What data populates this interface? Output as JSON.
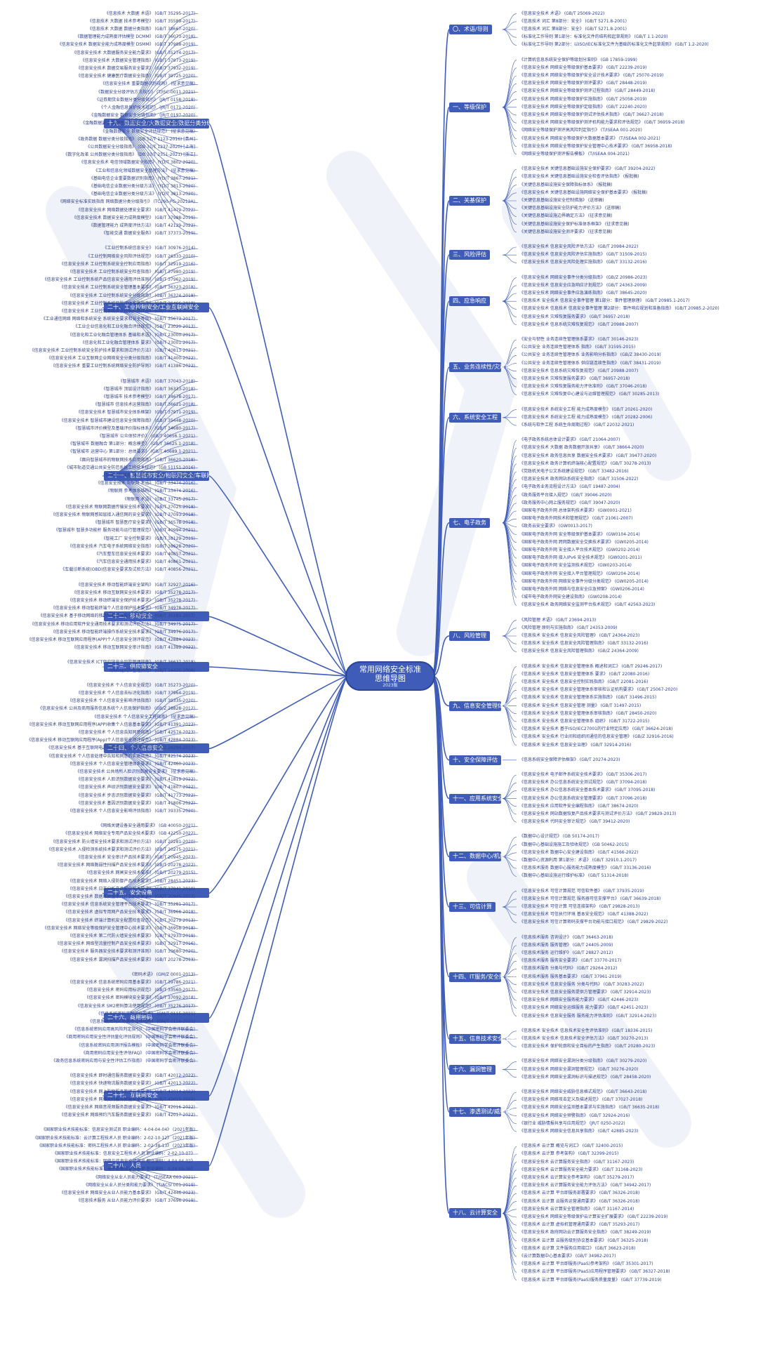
{
  "center": {
    "title": "常用网络安全标准\n思维导图",
    "subtitle": "2023版"
  },
  "colors": {
    "branch_bg": "#3f5db8",
    "line": "#3f5db8",
    "leaf_text": "#2d3f8c"
  },
  "right_branches": [
    {
      "label": "〇、术语/导则",
      "leaves": [
        "《信息安全技术 术语》 (GB/T 25069-2022)",
        "《信息技术 词汇 第8部分：安全》 (GB/T 5271.8-2001)",
        "《信息技术 词汇 第8部分：安全》 (GB/T 5271.8-2001)",
        "《标准化工作导则 第1部分：标准化文件的结构和起草规则》 (GB/T 1.1-2020)",
        "《标准化工作导则 第2部分：以ISO/IEC标准化文件为基础的标准化文件起草规则》 (GB/T 1.2-2020)"
      ]
    },
    {
      "label": "一、等级保护",
      "leaves": [
        "《计算机信息系统安全保护等级划分准则》 (GB 17859-1999)",
        "《信息安全技术 网络安全等级保护基本要求》 (GB/T 22239-2019)",
        "《信息安全技术 网络安全等级保护安全设计技术要求》 (GB/T 25070-2019)",
        "《信息安全技术 网络安全等级保护测评要求》 (GB/T 28448-2019)",
        "《信息安全技术 网络安全等级保护测评过程指南》 (GB/T 28449-2018)",
        "《信息安全技术 网络安全等级保护实施指南》 (GB/T 25058-2019)",
        "《信息安全技术 网络安全等级保护定级指南》 (GB/T 22240-2020)",
        "《信息安全技术 网络安全等级保护测试评估技术指南》 (GB/T 36627-2018)",
        "《信息安全技术 网络安全等级保护测评机构能力要求和评估规范》 (GB/T 36959-2018)",
        "《网络安全等级保护测评高风险判定指引》 (T/ISEAA 001-2020)",
        "《信息安全技术 网络安全等级保护大数据基本要求》 (T/ISEAA 002-2021)",
        "《信息安全技术 网络安全等级保护安全管理中心技术要求》 (GB/T 36958-2018)",
        "《网络安全等级保护测评报告模板》 (T/ISEAA 004-2021)"
      ]
    },
    {
      "label": "二、关基保护",
      "leaves": [
        "《信息安全技术 关键信息基础设施安全保护要求》 (GB/T 39204-2022)",
        "《信息安全技术 关键信息基础设施安全检查评估指南》 (报批稿)",
        "《关键信息基础设施安全保障指标体系》 (报批稿)",
        "《信息安全技术 关键信息基础设施网络安全保护基本要求》 (报批稿)",
        "《关键信息基础设施安全控制措施》 (送审稿)",
        "《关键信息基础设施安全防护能力评价方法》 (送审稿)",
        "《关键信息基础设施边界确定方法》 (征求意见稿)",
        "《关键信息基础设施安全保护标准体系框架》 (征求意见稿)",
        "《关键信息基础设施安全测评要求》 (征求意见稿)"
      ]
    },
    {
      "label": "三、风险评估",
      "leaves": [
        "《信息安全技术 信息安全风险评估方法》 (GB/T 20984-2022)",
        "《信息安全技术 信息安全风险评估实施指南》 (GB/T 31509-2015)",
        "《信息安全技术 信息安全风险处理实施指南》 (GB/T 33132-2016)"
      ]
    },
    {
      "label": "四、应急响应",
      "leaves": [
        "《信息安全技术 网络安全事件分类分级指南》 (GB/Z 20986-2023)",
        "《信息安全技术 信息安全应急响应计划规范》 (GB/T 24363-2009)",
        "《信息安全技术 网络安全事件应急演练指南》 (GB/T 38645-2020)",
        "《信息技术 安全技术 信息安全事件管理 第1部分：事件管理原理》 (GB/T 20985.1-2017)",
        "《信息安全技术 信息技术 信息安全事件管理 第2部分：事件响应规划和准备指南》 (GB/T 20985.2-2020)",
        "《信息安全技术 灾难恢复服务要求》 (GB/T 36957-2018)",
        "《信息安全技术 信息系统灾难恢复规范》 (GB/T 20988-2007)"
      ]
    },
    {
      "label": "五、业务连续性/灾难恢复",
      "leaves": [
        "《安全与韧性 业务连续性管理体系要求》 (GB/T 30146-2023)",
        "《公共安全 业务连续性管理体系 指南》 (GB/T 31595-2015)",
        "《公共安全 业务连续性管理体系 业务影响分析指南》 (GB/Z 38430-2019)",
        "《公共安全 业务连续性管理体系 供应链连续性指南》 (GB/T 38431-2019)",
        "《信息安全技术 信息系统灾难恢复规范》 (GB/T 20988-2007)",
        "《信息安全技术 灾难恢复服务要求》 (GB/T 36957-2018)",
        "《信息安全技术 灾难恢复服务能力评估准则》 (GB/T 37046-2018)",
        "《信息安全技术 灾难恢复中心建设与运维管理规范》 (GB/T 30285-2013)"
      ]
    },
    {
      "label": "六、系统安全工程",
      "leaves": [
        "《信息安全技术 系统安全工程 能力成熟度模型》 (GB/T 20261-2020)",
        "《信息安全技术 系统安全工程 能力成熟度模型》 (GB/T 20282-2006)",
        "《系统与软件工程 系统生命周期过程》 (GB/T 22032-2021)"
      ]
    },
    {
      "label": "七、电子政务",
      "leaves": [
        "《电子政务系统总体设计要求》 (GB/T 21064-2007)",
        "《信息安全技术 大数据 政务数据开放共享》 (GB/T 38664-2020)",
        "《信息安全技术 政务信息共享 数据安全技术要求》 (GB/T 39477-2020)",
        "《信息安全技术 政务计算机终端核心配置规范》 (GB/T 30278-2013)",
        "《党政机关电子公文系统建设规范》 (GB/T 33482-2016)",
        "《信息安全技术 政务网站系统安全指南》 (GB/T 31506-2022)",
        "《电子政务业务流程设计方法》 (GB/T 19487-2004)",
        "《政务服务平台接入规范》 (GB/T 39046-2020)",
        "《政务服务中心网上服务规范》 (GB/T 39047-2020)",
        "《国家电子政务外网 总体架构技术要求》 (GW0001-2021)",
        "《国家电子政务外网技术和管理规范》 (GB/T 21061-2007)",
        "《政务云安全要求》 (GW0013-2017)",
        "《国家电子政务外网 安全等级保护基本要求》 (GW0104-2014)",
        "《国家电子政务外网 跨网数据安全交换技术要求》 (GW0205-2014)",
        "《国家电子政务外网 安全接入平台技术规范》 (GW0202-2014)",
        "《国家电子政务外网 接入IPv6 安全技术规范》 (GW0201-2011)",
        "《国家电子政务外网 安全监测技术规范》 (GW0203-2014)",
        "《国家电子政务外网 安全接入平台管理规范》 (GW0204-2014)",
        "《国家电子政务外网 网络安全事件分级分类规范》 (GW0205-2014)",
        "《国家电子政务外网 网络与信息安全应急预案》 (GW0206-2014)",
        "《城市电子政务外网安全建设指南》 (GW0208-2014)",
        "《信息安全技术 政务网络安全监测平台技术规范》 (GB/T 42563-2023)"
      ]
    },
    {
      "label": "八、风险管理",
      "leaves": [
        "《风险管理 术语》 (GB/T 23694-2013)",
        "《风险管理 原则与实施指南》 (GB/T 24353-2009)",
        "《信息技术 安全技术 信息安全风险管理》 (GB/T 24364-2023)",
        "《信息技术 安全技术 信息安全风险管理指南》 (GB/T 33132-2016)",
        "《信息安全技术 信息安全风险管理指南》 (GB/Z 24364-2009)"
      ]
    },
    {
      "label": "九、信息安全管理体系",
      "leaves": [
        "《信息技术 安全技术 信息安全管理体系 概述和词汇》 (GB/T 29246-2017)",
        "《信息技术 安全技术 信息安全管理体系 要求》 (GB/T 22080-2016)",
        "《信息技术 安全技术 信息安全控制实践指南》 (GB/T 22081-2016)",
        "《信息技术 安全技术 信息安全管理体系审核和认证机构要求》 (GB/T 25067-2020)",
        "《信息技术 安全技术 信息安全管理体系实施指南》 (GB/T 31496-2015)",
        "《信息技术 安全技术 信息安全管理 测量》 (GB/T 31497-2015)",
        "《信息技术 安全技术 信息安全管理体系审核指南》 (GB/T 28450-2020)",
        "《信息技术 安全技术 信息安全管理体系 组织》 (GB/T 31722-2015)",
        "《信息技术 安全技术 基于ISO/IEC27001的行业特定应用》 (GB/T 36624-2018)",
        "《信息技术 安全技术 行业间和组织间通信的信息安全管理》 (GB/Z 32916-2016)",
        "《信息技术 安全技术 信息安全治理》 (GB/T 32914-2016)"
      ]
    },
    {
      "label": "十、安全保障评估",
      "leaves": [
        "《信息系统安全保障评估框架》 (GB/T 20274-2023)"
      ]
    },
    {
      "label": "十一、应用系统安全",
      "leaves": [
        "《信息安全技术 电子邮件系统安全技术要求》 (GB/T 35306-2017)",
        "《信息安全技术 办公信息系统安全测试规范》 (GB/T 37094-2018)",
        "《信息安全技术 办公信息系统安全基本技术要求》 (GB/T 37095-2018)",
        "《信息安全技术 办公信息系统安全管理要求》 (GB/T 37096-2018)",
        "《信息安全技术 应用软件安全编程指南》 (GB/T 38674-2020)",
        "《信息安全技术 网站数据恢复产品技术要求与测试评价方法》 (GB/T 29829-2013)",
        "《信息安全技术 代码安全审计规范》 (GB/T 39412-2020)"
      ]
    },
    {
      "label": "十二、数据中心/机房",
      "leaves": [
        "《数据中心设计规范》 (GB 50174-2017)",
        "《数据中心基础设施施工及验收规范》 (GB 50462-2015)",
        "《信息安全技术 数据中心安全建设指南》 (GB/T 41566-2022)",
        "《数据中心资源利用 第1部分：术语》 (GB/T 32910.1-2017)",
        "《信息技术服务 数据中心服务能力成熟度模型》 (GB/T 33136-2016)",
        "《数据中心基础设施运行维护标准》 (GB/T 51314-2018)"
      ]
    },
    {
      "label": "十三、可信计算",
      "leaves": [
        "《信息安全技术 可信计算规范 可信软件基》 (GB/T 37935-2019)",
        "《信息安全技术 可信计算规范 服务器可信支撑平台》 (GB/T 36639-2018)",
        "《信息安全技术 可信计算 可信连接架构》 (GB/T 29828-2013)",
        "《信息安全技术 可信执行环境 基本安全规范》 (GB/T 41388-2022)",
        "《信息安全技术 可信计算密码支撑平台功能与接口规范》 (GB/T 29829-2022)"
      ]
    },
    {
      "label": "十四、IT服务/安全服务/运维",
      "leaves": [
        "《信息技术服务 咨询设计》 (GB/T 36463-2018)",
        "《信息技术服务 服务管理》 (GB/T 24405-2009)",
        "《信息技术服务 运行维护》 (GB/T 28827-2012)",
        "《信息技术服务 服务安全要求》 (GB/T 33770-2017)",
        "《信息技术服务 分类与代码》 (GB/T 29264-2012)",
        "《信息技术服务 服务基本要求》 (GB/T 37961-2019)",
        "《信息安全技术 信息安全服务 分类与代码》 (GB/T 30283-2022)",
        "《信息安全技术 信息安全服务提供方管理要求》 (GB/T 32914-2023)",
        "《信息安全技术 网络安全服务能力要求》 (GB/T 42446-2023)",
        "《信息安全技术 网络安全运维服务 能力要求》 (GB/T 42451-2023)",
        "《信息安全技术 信息安全服务 服务能力评估准则》 (GB/T 32914-2023)"
      ]
    },
    {
      "label": "十五、信息技术安全性评估",
      "leaves": [
        "《信息技术 安全技术 信息技术安全性评估准则》 (GB/T 18336-2015)",
        "《信息技术 安全技术 信息技术安全评估方法》 (GB/T 30270-2013)",
        "《信息安全技术 保护轮廓和安全目标的产生指南》 (GB/T 20280-2023)"
      ]
    },
    {
      "label": "十六、漏洞管理",
      "leaves": [
        "《信息安全技术 网络安全漏洞分类分级指南》 (GB/T 30279-2020)",
        "《信息安全技术 网络安全漏洞管理规范》 (GB/T 30276-2020)",
        "《信息安全技术 网络安全漏洞标识与描述规范》 (GB/T 28458-2020)"
      ]
    },
    {
      "label": "十七、渗透测试/威胁情报",
      "leaves": [
        "《信息安全技术 网络安全威胁信息格式规范》 (GB/T 36643-2018)",
        "《信息安全技术 网络攻击定义及描述规范》 (GB/T 37027-2018)",
        "《信息安全技术 网络安全监测基本要求与实施指南》 (GB/T 36635-2018)",
        "《信息安全技术 网络安全预警指南》 (GB/T 32924-2016)",
        "《银行业 威胁情报共享与应用规范》 (JR/T 0250-2022)",
        "《信息安全技术 网络安全信息共享指南》 (GB/T 42885-2023)"
      ]
    },
    {
      "label": "十八、云计算安全",
      "leaves": [
        "《信息技术 云计算 概览与词汇》 (GB/T 32400-2015)",
        "《信息技术 云计算 参考架构》 (GB/T 32399-2015)",
        "《信息安全技术 云计算服务安全指南》 (GB/T 31167-2023)",
        "《信息安全技术 云计算服务安全能力要求》 (GB/T 31168-2023)",
        "《信息安全技术 云计算安全参考架构》 (GB/T 35279-2017)",
        "《信息安全技术 云计算服务安全能力评估方法》 (GB/T 34942-2017)",
        "《信息技术 云计算 平台即服务部署要求》 (GB/T 36326-2018)",
        "《信息技术 云计算 云服务运营通用要求》 (GB/T 36326-2018)",
        "《信息安全技术 云计算安全管理指南》 (GB/T 31167-2014)",
        "《信息安全技术 网络安全等级保护云计算安全扩展要求》 (GB/T 22239-2019)",
        "《信息技术 云计算 虚拟机管理通用要求》 (GB/T 35293-2017)",
        "《信息安全技术 政府网站云计算服务安全指南》 (GB/T 38249-2019)",
        "《信息技术 云计算 云服务级别协议基本要求》 (GB/T 36325-2018)",
        "《信息技术 云计算 文件服务应用接口》 (GB/T 36623-2018)",
        "《云计算数据中心基本要求》 (GB/T 34982-2017)",
        "《信息技术 云计算 平台即服务(PaaS)参考架构》 (GB/T 35301-2017)",
        "《信息技术 云计算 平台即服务(PaaS)应用程序管理要求》 (GB/T 36327-2018)",
        "《信息技术 云计算 平台即服务(PaaS)服务质量度量》 (GB/T 37739-2019)"
      ]
    }
  ],
  "left_branches": [
    {
      "label": "十九、数据安全/大数据安全/数据分类分级",
      "leaves": [
        "《信息技术 大数据 术语》 (GB/T 35295-2017)",
        "《信息技术 大数据 技术参考模型》 (GB/T 35589-2017)",
        "《信息技术 大数据 数据分类指南》 (GB/T 38667-2020)",
        "《数据管理能力成熟度评估模型 DCMM》 (GB/T 36073-2018)",
        "《信息安全技术 数据安全能力成熟度模型 DSMM》 (GB/T 37988-2019)",
        "《信息安全技术 大数据服务安全能力要求》 (GB/T 35274-2017)",
        "《信息安全技术 大数据安全管理指南》 (GB/T 37973-2019)",
        "《信息安全技术 数据交易服务安全要求》 (GB/T 37932-2019)",
        "《信息安全技术 健康医疗数据安全指南》 (GB/T 39725-2020)",
        "《信息安全技术 重要数据识别规则》 (征求意见稿)",
        "《数据安全分级评估方法指引》 (T/ISC-0011-2021)",
        "《证券期货业数据分类分级指引》 (JR/T 0158-2018)",
        "《个人金融信息保护技术规范》 (JR/T 0171-2020)",
        "《金融数据安全 数据安全分级指南》 (JR/T 0197-2020)",
        "《金融数据安全 数据生命周期安全规范》 (JR/T 0223-2021)",
        "《金融数据安全 数据安全评估规范》 (征求意见稿)",
        "《政务数据 数据分类分级指南》 (DB 52/T 1123-2016) [贵州]",
        "《公共数据安全分级指南》 (DB 31/T 1237-2020) [上海]",
        "《数字化改革 公共数据分类分级指南》 (DB 33/T 2351-2021) [浙江]",
        "《信息安全技术 电信领域数据安全指南》 (YD/T 3802-2020)",
        "《工业和信息化领域数据安全管理办法》 (征求意见稿)",
        "《基础电信企业重要数据识别指南》 (YD/T 3867-2021)",
        "《基础电信企业数据分类分级方法》 (YD/T 3813-2020)",
        "《基础电信企业数据分类分级方法》 (YD/T 3813-2020)",
        "《网络安全标准实践指南 网络数据分类分级指引》 (TC260-PG-20212A)",
        "《信息安全技术 网络数据处理安全要求》 (GB/T 41479-2022)",
        "《信息安全技术 数据安全能力成熟度模型》 (GB/T 37988-2019)",
        "《数据管理能力 成熟度评估方法》 (GB/T 42129-2022)",
        "《智能交通 数据安全服务》 (GB/T 37373-2019)"
      ]
    },
    {
      "label": "二十、工业控制安全/工业互联网安全",
      "leaves": [
        "《工业控制系统信息安全》 (GB/T 30976-2014)",
        "《工业控制网络安全风险评估规范》 (GB/T 26333-2010)",
        "《信息安全技术 工业控制系统安全控制应用指南》 (GB/T 32919-2016)",
        "《信息安全技术 工业控制系统安全检查指南》 (GB/T 37980-2019)",
        "《信息安全技术 工业控制系统产品信息安全通用评估准则》 (GB/T 37962-2019)",
        "《信息安全技术 工业控制系统安全管理基本要求》 (GB/T 36323-2018)",
        "《信息安全技术 工业控制系统安全分级指南》 (GB/T 36324-2018)",
        "《信息安全技术 工业控制系统风险评估实施指南》 (GB/T 36466-2018)",
        "《信息安全技术 工业控制系统安全控制应用指南》 (GB/T 32919-2016)",
        "《工业通信网络 网络和系统安全 系统安全要求和安全等级》 (GB/T 35673-2017)",
        "《工业企业信息化和工业化融合评估规范》 (GB/T 23020-2013)",
        "《信息化和工业化融合管理体系 基础和术语》 (GB/T 23000-2017)",
        "《信息化和工业化融合管理体系 要求》 (GB/T 23001-2017)",
        "《信息安全技术 工业控制系统安全防护技术要求和测试评价方法》 (GB/T 40813-2021)",
        "《信息安全技术 工业互联网企业网络安全分类分级指南》 (GB/T 41400-2022)",
        "《信息安全技术 重要工业控制系统网络安全防护导则》 (GB/T 41386-2022)"
      ]
    },
    {
      "label": "二十一、智慧城市安全/物联网安全/车联网安全",
      "leaves": [
        "《智慧城市 术语》 (GB/T 37043-2018)",
        "《智慧城市 顶层设计指南》 (GB/T 36333-2018)",
        "《智慧城市 技术参考模型》 (GB/T 34678-2017)",
        "《智慧城市 信息技术运营指南》 (GB/T 36621-2018)",
        "《信息安全技术 智慧城市安全体系框架》 (GB/T 37971-2019)",
        "《信息安全技术 智慧城市建设信息安全保障指南》 (GB/T 35448-2020)",
        "《智慧城市评价模型及基础评价指标体系》 (GB/T 34680-2017)",
        "《智慧城市 公众体验评价》 (GB/T 40656.1-2021)",
        "《智慧城市 数据融合 第1部分：概念模型》 (GB/T 36625.1-2018)",
        "《智慧城市 运营中心 第1部分：总体要求》 (GB/T 40689.1-2021)",
        "《面向智慧城市的物联网技术应用指南》 (GB/T 36620-2018)",
        "《城市轨道交通公共安全防范系统工程技术规范》 (GB 51151-2016)",
        "《智慧安防城市 建设指南》 (GB/T 33358-2016)",
        "《信息安全技术 物联网 术语》 (GB/T 33474-2016)",
        "《物联网 参考体系结构》 (GB/T 33474-2016)",
        "《物联网 术语》 (GB/T 33745-2017)",
        "《信息安全技术 物联网数据传输安全技术要求》 (GB/T 37025-2018)",
        "《信息安全技术 物联网感知层接入通信网的安全要求》 (GB/T 37093-2018)",
        "《智慧城市 智慧医疗安全要求》 (GB/T 36578-2018)",
        "《智慧城市 智慧多功能杆 服务功能与运行管理规范》 (GB/T 40994-2021)",
        "《智能工厂 安全控制要求》 (GB/T 38129-2019)",
        "《信息安全技术 汽车电子系统网络安全指南》 (GB/T 38628-2020)",
        "《汽车整车信息安全技术要求》 (GB/T 40857-2021)",
        "《汽车信息安全通用技术要求》 (GB/T 40861-2021)",
        "《车载诊断系统(OBD)信息安全要求及试验方法》 (GB/T 40856-2021)"
      ]
    },
    {
      "label": "二十二、移动安全",
      "leaves": [
        "《信息安全技术 移动智能终端安全架构》 (GB/T 32927-2016)",
        "《信息安全技术 移动互联网安全技术要求》 (GB/T 35278-2017)",
        "《信息安全技术 移动终端安全保护技术要求》 (GB/T 35278-2017)",
        "《信息安全技术 移动智能终端个人信息保护技术要求》 (GB/T 34978-2017)",
        "《信息安全技术 基于移动网络的移动智能终端安全技术要求》 (GB/T 35281-2017)",
        "《信息安全技术 移动应用软件安全通用技术要求和测试评价方法》 (GB/T 34975-2017)",
        "《信息安全技术 移动智能终端操作系统安全技术要求》 (GB/T 34976-2017)",
        "《信息安全技术 移动互联网应用程序(APP)个人信息安全测评规范》 (GB/T 42884-2023)",
        "《信息安全技术 移动互联网安全审计指南》 (GB/T 41389-2022)"
      ]
    },
    {
      "label": "二十三、供应链安全",
      "leaves": [
        "《信息安全技术 ICT供应链安全风险管理指南》 (GB/T 36637-2018)",
        "《供应链风险管理指南》 (GB/T 24420-2009)"
      ]
    },
    {
      "label": "二十四、个人信息安全",
      "leaves": [
        "《信息安全技术 个人信息安全规范》 (GB/T 35273-2020)",
        "《信息安全技术 个人信息去标识化指南》 (GB/T 37964-2019)",
        "《信息安全技术 个人信息安全影响评估指南》 (GB/T 39335-2020)",
        "《信息安全技术 公共及商用服务信息系统个人信息保护指南》 (GB/Z 28828-2012)",
        "《信息安全技术 个人信息安全工程指南》 (征求意见稿)",
        "《信息安全技术 移动互联网应用程序(APP)收集个人信息基本要求》 (GB/T 41391-2022)",
        "《信息安全技术 个人信息告知同意指南》 (GB/T 42574-2023)",
        "《信息安全技术 移动互联网应用程序(App)个人信息安全测评规范》 (GB/T 42884-2023)",
        "《信息安全技术 基于互联网电子政务信息安全实施指南》 (GB/Z 24294-2017)",
        "《信息安全技术 个人信息处理中告知和同意的实施指南》 (GB/T 42574-2023)",
        "《信息安全技术 个人信息安全管理体系要求》 (GB/T 42460-2023)",
        "《信息安全技术 公共场所人脸识别数据安全要求》 (征求意见稿)",
        "《信息安全技术 人脸识别数据安全要求》 (GB/T 41819-2022)",
        "《信息安全技术 声纹识别数据安全要求》 (GB/T 41807-2022)",
        "《信息安全技术 步态识别数据安全要求》 (GB/T 41773-2022)",
        "《信息安全技术 基因识别数据安全要求》 (GB/T 41806-2022)",
        "《信息安全技术 个人信息安全影响评估指南》 (GB/T 39335-2020)"
      ]
    },
    {
      "label": "二十五、安全设备",
      "leaves": [
        "《网络关键设备安全通用要求》 (GB 40050-2021)",
        "《信息安全技术 网络安全专用产品安全技术要求》 (GB 42250-2022)",
        "《信息安全技术 防火墙安全技术要求和测试评价方法》 (GB/T 20281-2020)",
        "《信息安全技术 入侵检测系统技术要求和测试评价方法》 (GB/T 20275-2021)",
        "《信息安全技术 安全审计产品技术要求》 (GB/T 20945-2023)",
        "《信息安全技术 网络脆弱性扫描产品安全技术要求》 (GB/T 20278-2022)",
        "《信息安全技术 网闸安全技术要求》 (GB/T 20279-2015)",
        "《信息安全技术 网络入侵防御产品技术要求》 (GB/T 28451-2023)",
        "《信息安全技术 日志分析产品安全技术要求》 (GB/T 37941-2019)",
        "《信息安全技术 数据库安全审计产品技术要求》 (GB/T 20945-2013)",
        "《信息安全技术 信息系统安全管理平台技术要求》 (GB/T 35281-2017)",
        "《信息安全技术 虚拟专用网产品安全技术要求》 (GB/T 36968-2018)",
        "《信息安全技术 终端计算机安全配置检查规范》 (GB/T 30279-2013)",
        "《信息安全技术 网络安全等级保护安全管理中心技术要求》 (GB/T 36958-2018)",
        "《信息安全技术 第二代防火墙安全技术要求》 (GB/T 37933-2019)",
        "《信息安全技术 网络型流量控制产品安全技术要求》 (GB/T 32917-2016)",
        "《信息安全技术 服务器安全技术要求和测评准则》 (GB/T 39680-2020)",
        "《信息安全技术 漏洞扫描产品安全技术要求》 (GB/T 20278-2013)"
      ]
    },
    {
      "label": "二十六、商用密码",
      "leaves": [
        "《密码术语》 (GM/Z 0001-2013)",
        "《信息安全技术 信息系统密码应用基本要求》 (GB/T 39786-2021)",
        "《信息安全技术 密码应用标识规范》 (GB/T 33560-2017)",
        "《信息安全技术 密码模块安全要求》 (GB/T 37092-2018)",
        "《信息安全技术 SM2密码算法使用规范》 (GB/T 35276-2017)",
        "《信息系统密码应用测评要求》 (GM/T 0115-2021)",
        "《信息系统密码应用测评过程指南》 (GM/T 0116-2021)",
        "《信息系统密码应用高风险判定指引》 (中国密码学会密评联委会)",
        "《商用密码应用安全性评估量化评估规则》 (中国密码学会密评联委会)",
        "《信息系统密码应用测评报告模板》 (中国密码学会密评联委会)",
        "《商用密码应用安全性评估FAQ》 (中国密码学会密评联委会)",
        "《政务信息系统密码应用与安全性评估工作指南》 (中国密码学会密评联委会)"
      ]
    },
    {
      "label": "二十七、互联网安全",
      "leaves": [
        "《信息安全技术 即时通信服务数据安全要求》 (GB/T 42012-2022)",
        "《信息安全技术 快递物流服务数据安全要求》 (GB/T 42013-2022)",
        "《信息安全技术 网上购物服务数据安全要求》 (GB/T 42014-2022)",
        "《信息安全技术 网络支付服务数据安全要求》 (GB/T 42015-2022)",
        "《信息安全技术 网络音视频服务数据安全要求》 (GB/T 42016-2022)",
        "《信息安全技术 网络预约汽车服务数据安全要求》 (GB/T 42017-2022)"
      ]
    },
    {
      "label": "二十八、人员",
      "leaves": [
        "《国家职业技术技能标准：信息安全测试员 职业编码：4-04-04-04》 (2021年版)",
        "《国家职业技术技能标准：云计算工程技术人员 职业编码：2-02-10-12》 (2021年版)",
        "《国家职业技术技能标准：密码工程技术人员 职业编码：2-02-38-13》 (2023年版)",
        "《国家职业技术技能标准：信息安全工程技术人员 职业编码：2-02-10-07》",
        "《国家职业技术技能标准：网络与信息安全管理员 职业编码：4-04-04-02》",
        "《国家职业技术技能标准：电子数据取证分析师 职业编码：4-04-05-06》",
        "《网络安全从业人员能力要求》 (T/ISEAA 003-2021)",
        "《网络安全从业人员分类和能力要求》 (T/ACSI 001-2019)",
        "《信息安全技术 网络安全从业人员能力基本要求》 (GB/T 42446-2023)",
        "《信息技术服务 从业人员能力评价要求》 (GB/T 37696-2019)"
      ]
    }
  ]
}
